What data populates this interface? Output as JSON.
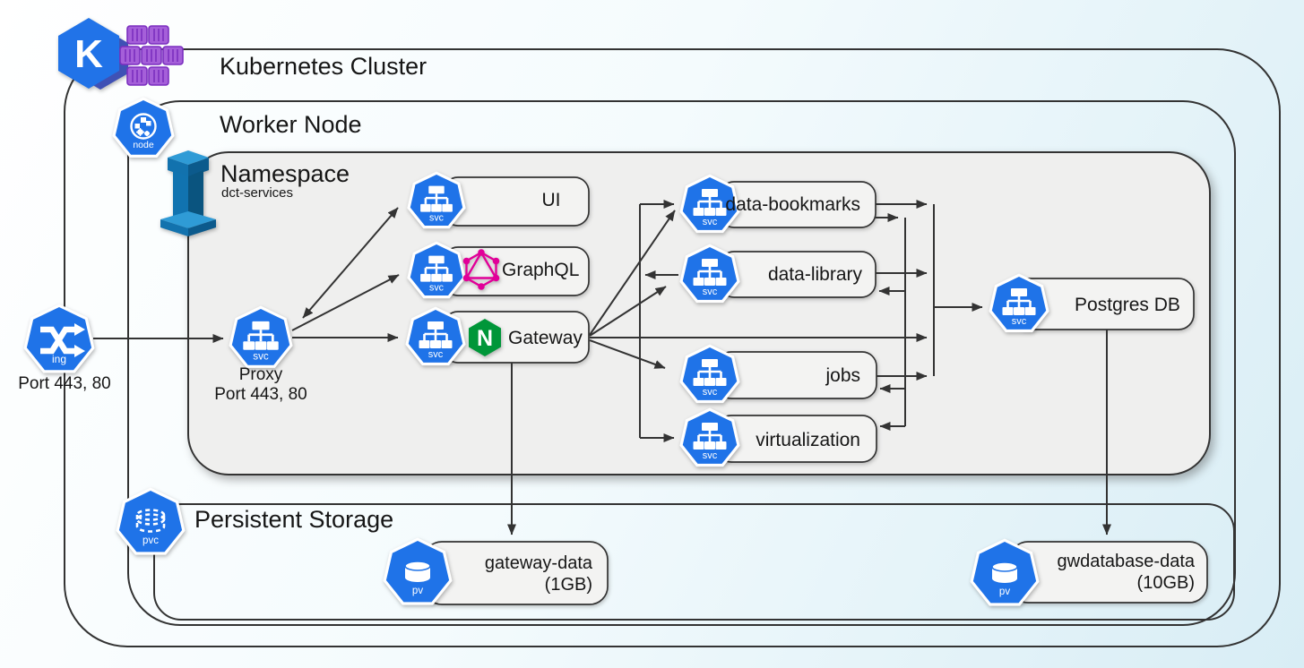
{
  "labels": {
    "cluster": "Kubernetes Cluster",
    "worker": "Worker Node",
    "namespace": "Namespace",
    "namespace_name": "dct-services",
    "storage": "Persistent Storage"
  },
  "nodes": {
    "ingress": {
      "ports": "Port 443, 80"
    },
    "proxy": {
      "name": "Proxy",
      "ports": "Port 443, 80"
    },
    "ui": {
      "name": "UI"
    },
    "graphql": {
      "name": "GraphQL"
    },
    "gateway": {
      "name": "Gateway"
    },
    "data_bookmarks": {
      "name": "data-bookmarks"
    },
    "data_library": {
      "name": "data-library"
    },
    "jobs": {
      "name": "jobs"
    },
    "virtualization": {
      "name": "virtualization"
    },
    "postgres": {
      "name": "Postgres DB"
    },
    "gateway_data": {
      "name": "gateway-data",
      "size": "(1GB)"
    },
    "gwdatabase_data": {
      "name": "gwdatabase-data",
      "size": "(10GB)"
    }
  },
  "icons": {
    "service": "svc",
    "ingress": "ing",
    "node": "node",
    "pv": "pv",
    "pvc": "pvc",
    "kubernetes": "K"
  },
  "colors": {
    "icon_blue": "#1f73e8",
    "k8s_blue": "#2173e8",
    "k8s_indigo": "#3f51b5",
    "nginx_green": "#009639",
    "graphql_pink": "#e10098",
    "container_purple": "#9b59d0",
    "line": "#333333",
    "box_fill": "#f3f3f2",
    "namespace_fill": "#efefee"
  },
  "edges": [
    {
      "id": "ing-proxy",
      "from": "ingress",
      "to": "proxy",
      "heads": "end"
    },
    {
      "id": "proxy-gateway",
      "from": "proxy",
      "to": "gateway",
      "heads": "end"
    },
    {
      "id": "proxy-ui",
      "from": "proxy",
      "to": "ui",
      "heads": "both"
    },
    {
      "id": "proxy-graphql",
      "from": "proxy",
      "to": "graphql",
      "heads": "end"
    },
    {
      "id": "gateway-bookmarks",
      "from": "gateway",
      "to": "data_bookmarks",
      "heads": "end"
    },
    {
      "id": "gateway-library",
      "from": "gateway",
      "to": "data_library",
      "heads": "end"
    },
    {
      "id": "gateway-busa",
      "from": "gateway",
      "to": "bus_a",
      "heads": "end"
    },
    {
      "id": "gateway-jobs",
      "from": "gateway",
      "to": "jobs",
      "heads": "end"
    },
    {
      "id": "library-fanline",
      "from": "data_library",
      "to": "fan_line",
      "heads": "end"
    },
    {
      "id": "fanline",
      "from": "fan_line",
      "to": "fan_line",
      "heads": "none"
    },
    {
      "id": "fanline-bookmarks",
      "from": "fan_line",
      "to": "data_bookmarks",
      "heads": "end"
    },
    {
      "id": "fanline-virtualization",
      "from": "fan_line",
      "to": "virtualization",
      "heads": "end"
    },
    {
      "id": "bookmarks-busa",
      "from": "data_bookmarks",
      "to": "bus_a",
      "heads": "end"
    },
    {
      "id": "bookmarks-busb",
      "from": "data_bookmarks",
      "to": "bus_b",
      "heads": "end"
    },
    {
      "id": "library-busa",
      "from": "data_library",
      "to": "bus_a",
      "heads": "end"
    },
    {
      "id": "busb-library",
      "from": "bus_b",
      "to": "data_library",
      "heads": "end"
    },
    {
      "id": "jobs-busa",
      "from": "jobs",
      "to": "bus_a",
      "heads": "end"
    },
    {
      "id": "busb-jobs",
      "from": "bus_b",
      "to": "jobs",
      "heads": "end"
    },
    {
      "id": "busb-virtualization",
      "from": "bus_b",
      "to": "virtualization",
      "heads": "end"
    },
    {
      "id": "bus-a",
      "from": "bus_a",
      "to": "postgres",
      "heads": "none"
    },
    {
      "id": "bus-b",
      "from": "bus_b",
      "to": "bus_b",
      "heads": "none"
    },
    {
      "id": "busa-postgres",
      "from": "bus_a",
      "to": "postgres",
      "heads": "end"
    },
    {
      "id": "gateway-gatewaydata",
      "from": "gateway",
      "to": "gateway_data",
      "heads": "end"
    },
    {
      "id": "postgres-gwdatabase",
      "from": "postgres",
      "to": "gwdatabase_data",
      "heads": "end"
    }
  ]
}
